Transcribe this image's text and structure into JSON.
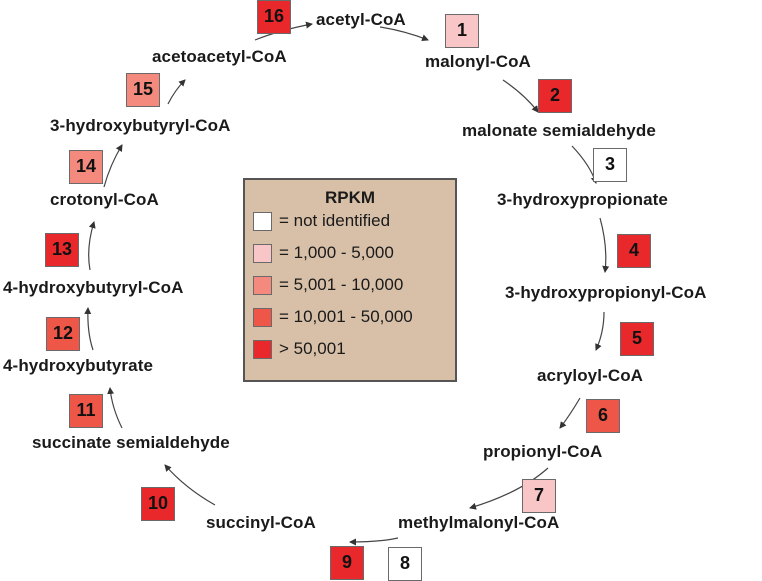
{
  "legend": {
    "title": "RPKM",
    "items": [
      {
        "label": "= not identified",
        "color": "#ffffff"
      },
      {
        "label": "= 1,000 - 5,000",
        "color": "#f8c6c6"
      },
      {
        "label": "= 5,001 - 10,000",
        "color": "#f48a7d"
      },
      {
        "label": "= 10,001 - 50,000",
        "color": "#ee5648"
      },
      {
        "label": "> 50,001",
        "color": "#e8282a"
      }
    ]
  },
  "metabolites": [
    "acetyl-CoA",
    "malonyl-CoA",
    "malonate semialdehyde",
    "3-hydroxypropionate",
    "3-hydroxypropionyl-CoA",
    "acryloyl-CoA",
    "propionyl-CoA",
    "methylmalonyl-CoA",
    "succinyl-CoA",
    "succinate semialdehyde",
    "4-hydroxybutyrate",
    "4-hydroxybutyryl-CoA",
    "crotonyl-CoA",
    "3-hydroxybutyryl-CoA",
    "acetoacetyl-CoA"
  ],
  "steps": [
    {
      "number": "1",
      "level": "1,000 - 5,000",
      "color": "#f8c6c6"
    },
    {
      "number": "2",
      "level": "> 50,001",
      "color": "#e8282a"
    },
    {
      "number": "3",
      "level": "not identified",
      "color": "#ffffff"
    },
    {
      "number": "4",
      "level": "> 50,001",
      "color": "#e8282a"
    },
    {
      "number": "5",
      "level": "> 50,001",
      "color": "#e8282a"
    },
    {
      "number": "6",
      "level": "10,001 - 50,000",
      "color": "#ee5648"
    },
    {
      "number": "7",
      "level": "1,000 - 5,000",
      "color": "#f8c6c6"
    },
    {
      "number": "8",
      "level": "not identified",
      "color": "#ffffff"
    },
    {
      "number": "9",
      "level": "> 50,001",
      "color": "#e8282a"
    },
    {
      "number": "10",
      "level": "> 50,001",
      "color": "#e8282a"
    },
    {
      "number": "11",
      "level": "10,001 - 50,000",
      "color": "#ee5648"
    },
    {
      "number": "12",
      "level": "10,001 - 50,000",
      "color": "#ee5648"
    },
    {
      "number": "13",
      "level": "> 50,001",
      "color": "#e8282a"
    },
    {
      "number": "14",
      "level": "5,001 - 10,000",
      "color": "#f48a7d"
    },
    {
      "number": "15",
      "level": "5,001 - 10,000",
      "color": "#f48a7d"
    },
    {
      "number": "16",
      "level": "> 50,001",
      "color": "#e8282a"
    }
  ]
}
